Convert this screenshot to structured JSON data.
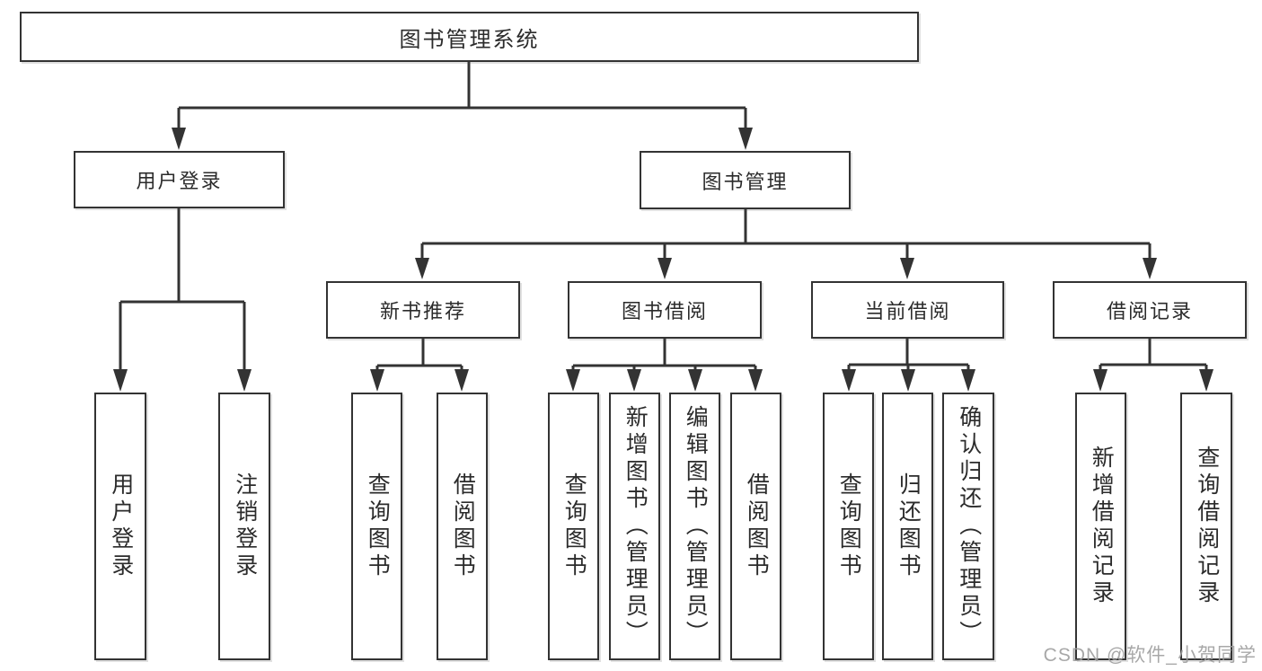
{
  "diagram": {
    "root": "图书管理系统",
    "branches": [
      {
        "label": "用户登录",
        "children": [
          "用户登录",
          "注销登录"
        ]
      },
      {
        "label": "图书管理",
        "children": [
          {
            "label": "新书推荐",
            "children": [
              "查询图书",
              "借阅图书"
            ]
          },
          {
            "label": "图书借阅",
            "children": [
              "查询图书",
              "新增图书（管理员）",
              "编辑图书（管理员）",
              "借阅图书"
            ]
          },
          {
            "label": "当前借阅",
            "children": [
              "查询图书",
              "归还图书",
              "确认归还（管理员）"
            ]
          },
          {
            "label": "借阅记录",
            "children": [
              "新增借阅记录",
              "查询借阅记录"
            ]
          }
        ]
      }
    ]
  },
  "watermark": "CSDN @软件_小贺同学",
  "colors": {
    "line": "#333333",
    "text": "#2b2b2b",
    "watermark": "#9e9e9e"
  }
}
